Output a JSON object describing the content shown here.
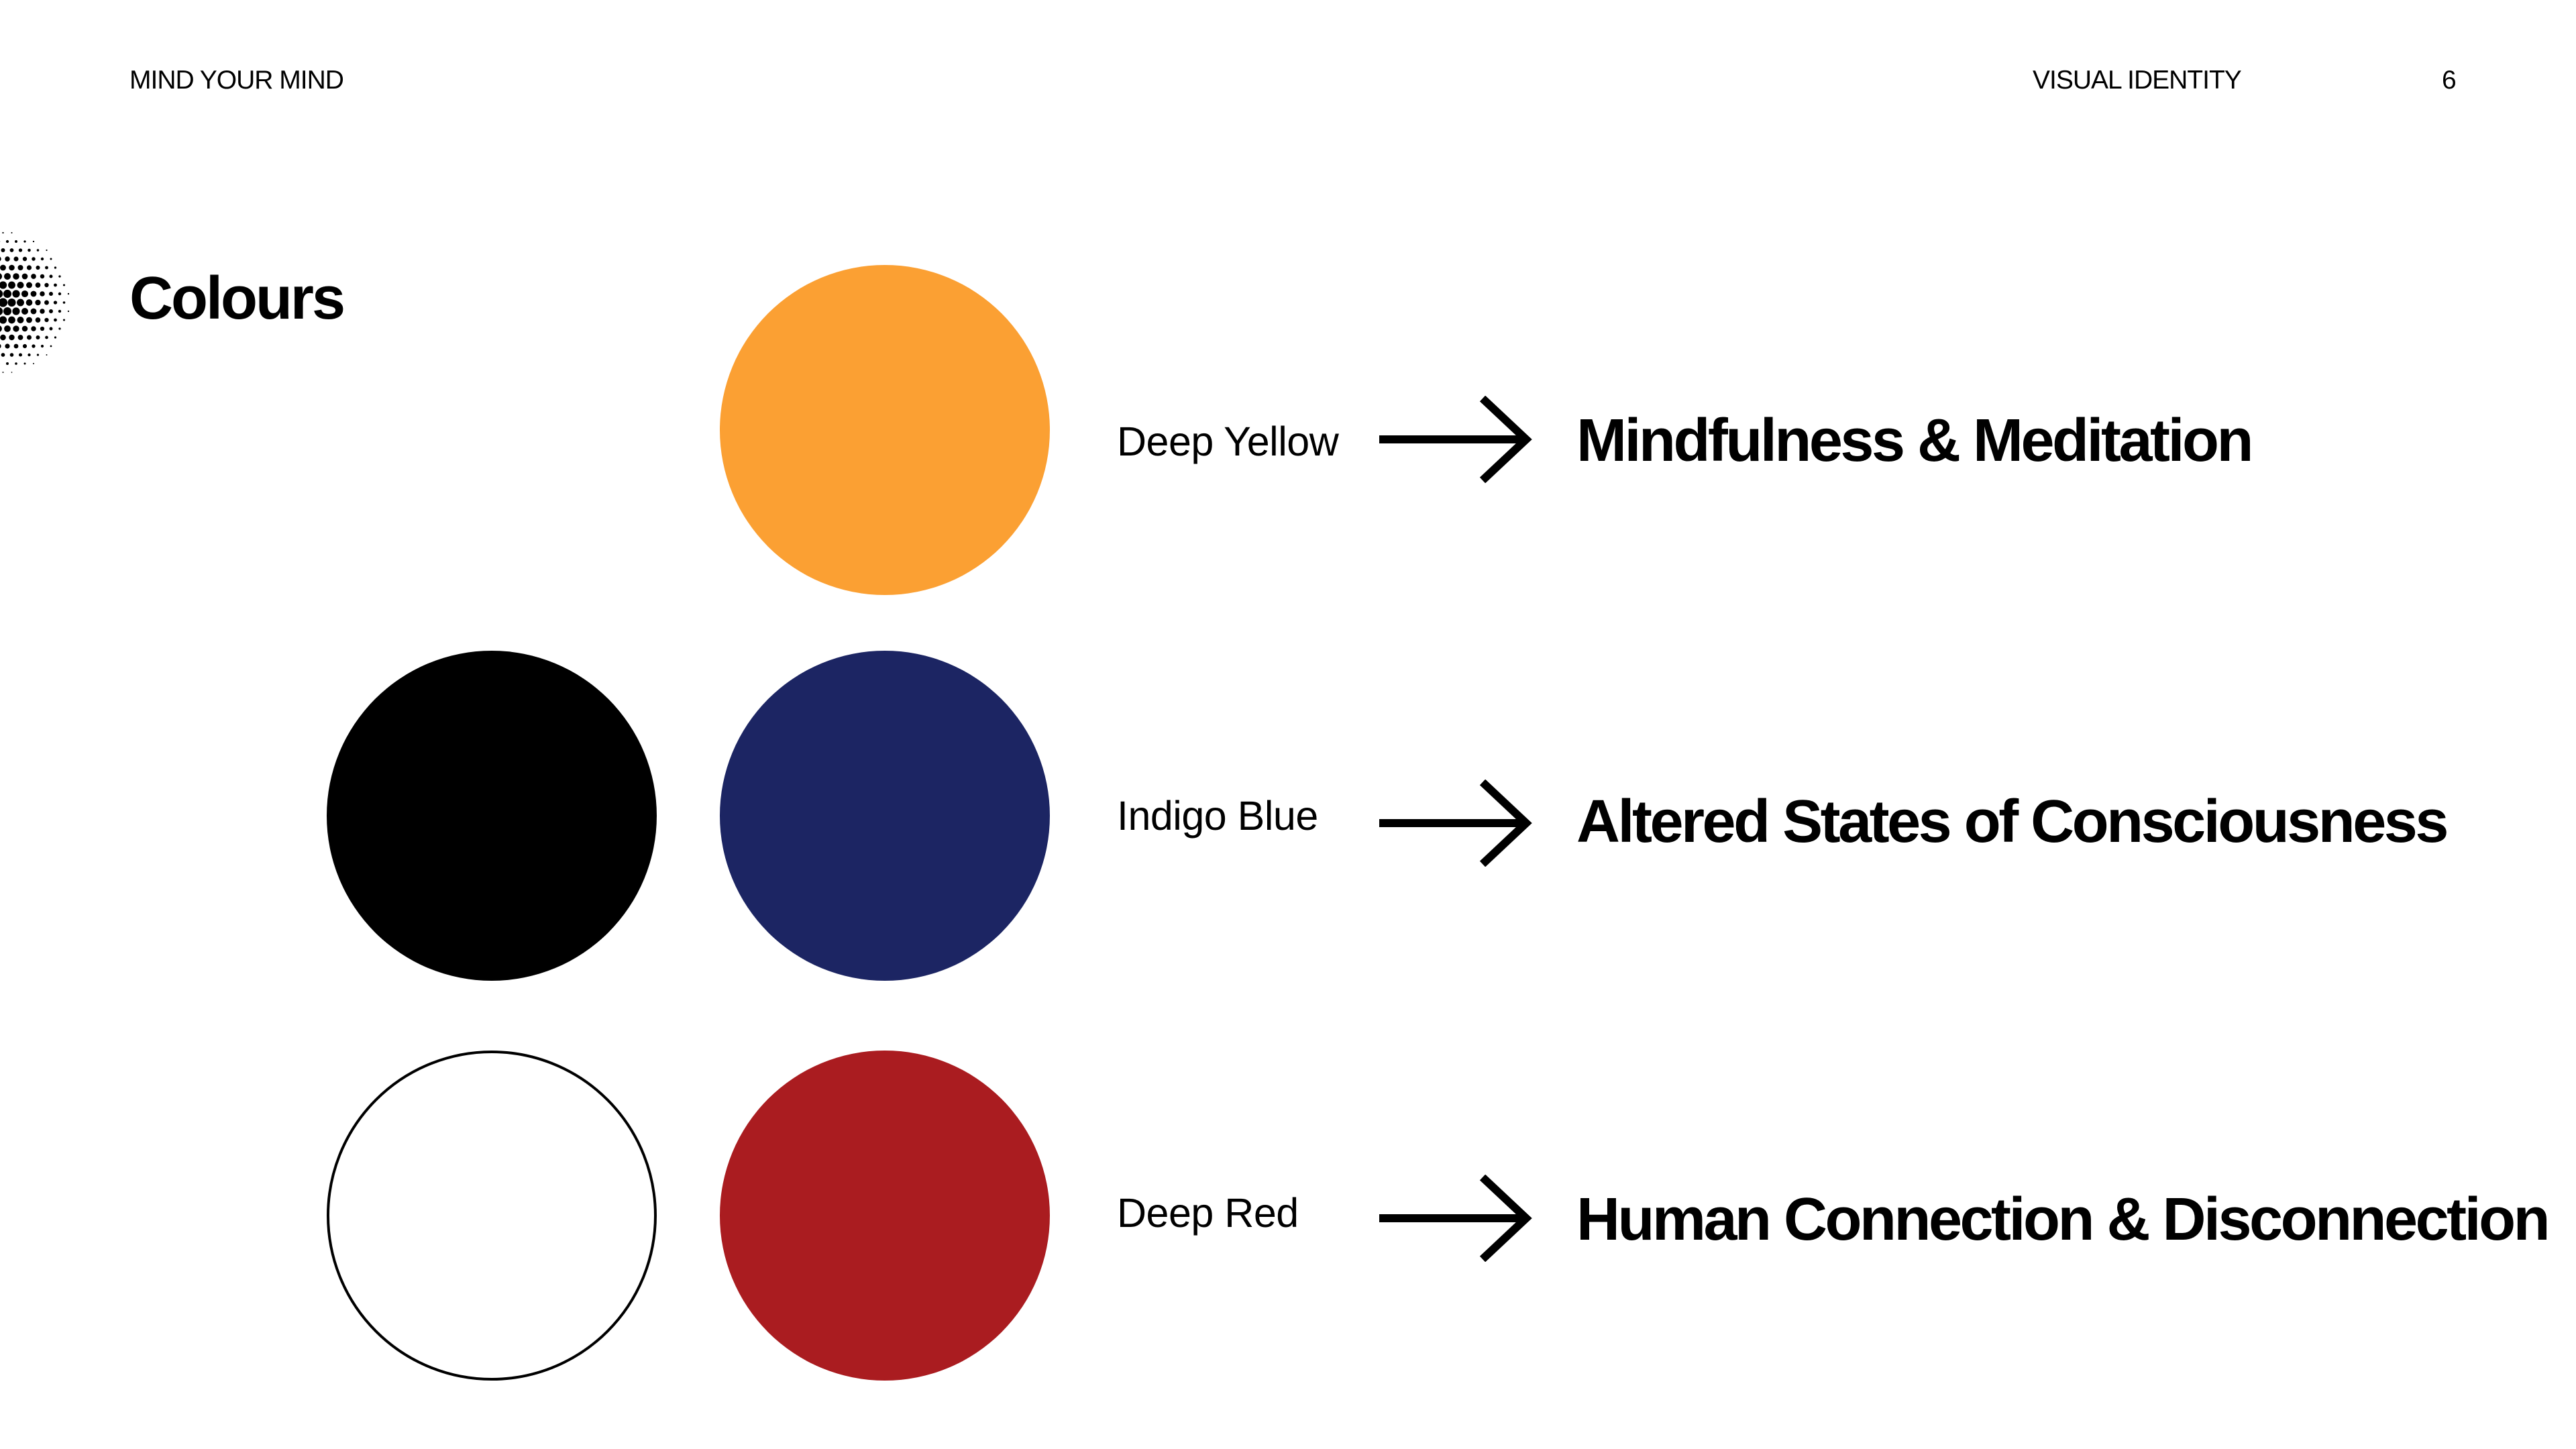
{
  "header": {
    "brand": "MIND YOUR MIND",
    "section": "VISUAL IDENTITY",
    "page_number": "6"
  },
  "title": "Colours",
  "swatches": {
    "yellow": "#FBA033",
    "indigo": "#1C2563",
    "red": "#AA1C20",
    "black": "#000000",
    "white": "#FFFFFF"
  },
  "rows": [
    {
      "colour_name": "Deep Yellow",
      "meaning": "Mindfulness & Meditation"
    },
    {
      "colour_name": "Indigo Blue",
      "meaning": "Altered States of Consciousness"
    },
    {
      "colour_name": "Deep Red",
      "meaning": "Human Connection & Disconnection"
    }
  ],
  "icons": {
    "arrow": "arrow-right-icon",
    "halftone": "halftone-dot-graphic"
  }
}
